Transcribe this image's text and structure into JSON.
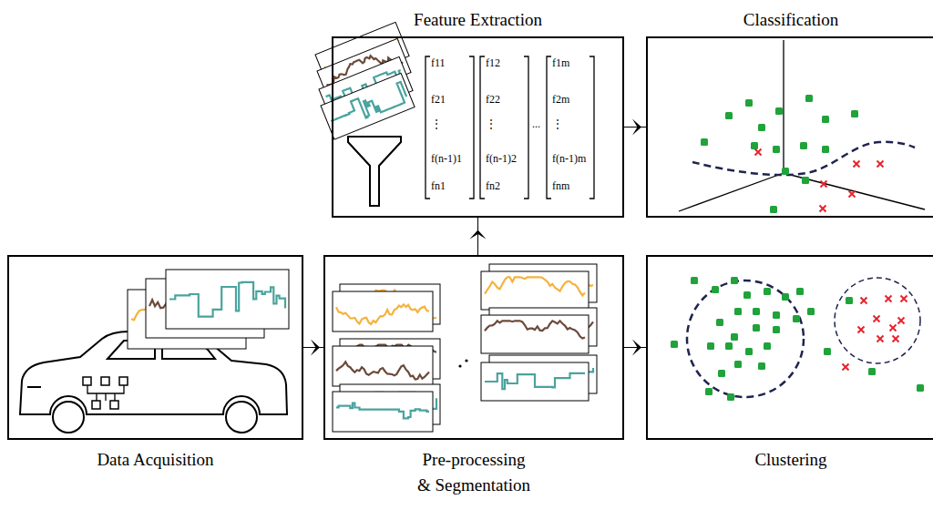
{
  "diagram": {
    "nodes": [
      {
        "text": [
          "Feature Extraction"
        ]
      },
      {
        "text": [
          "Classification"
        ]
      },
      {
        "text": [
          "Data Acquisition"
        ]
      },
      {
        "text": [
          "Pre-processing & Segmentation"
        ]
      },
      {
        "text": [
          "Clustering"
        ]
      }
    ],
    "edges": [
      {
        "from": 2,
        "to": 3,
        "arrow": "to"
      },
      {
        "from": 3,
        "to": 0,
        "arrow": "to"
      },
      {
        "from": 0,
        "to": 1,
        "arrow": "to"
      },
      {
        "from": 3,
        "to": 4,
        "arrow": "to"
      }
    ],
    "labels": [
      "f11",
      "f21",
      "⋮",
      "f(n-1)1",
      "fn1",
      "f12",
      "f22",
      "⋮",
      "f(n-1)2",
      "fn2",
      "...",
      "f1m",
      "f2m",
      "⋮",
      "f(n-1)m",
      "fnm"
    ]
  }
}
